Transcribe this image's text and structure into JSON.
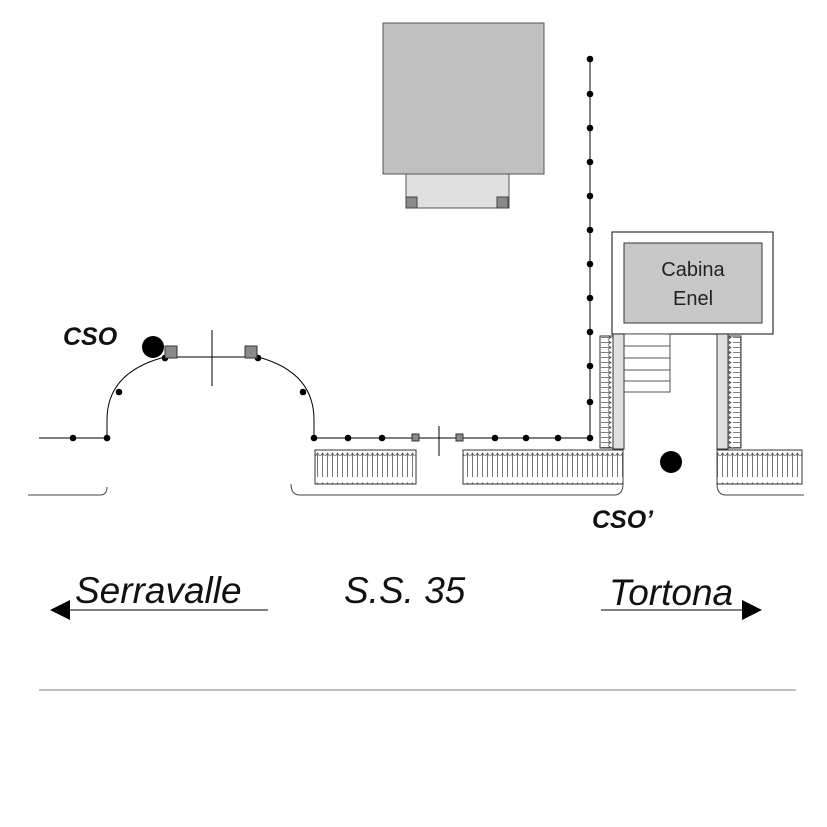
{
  "labels": {
    "cso_left": "CSO",
    "cso_right": "CSO’",
    "cabina_line1": "Cabina",
    "cabina_line2": "Enel",
    "road_name": "S.S. 35",
    "direction_left": "Serravalle",
    "direction_right": "Tortona"
  },
  "colors": {
    "building_fill": "#c0c0c0",
    "annex_fill": "#e0e0e0",
    "cabina_inner_fill": "#c8c8c8",
    "marker_fill": "#8a8a8a",
    "line_color": "#000000",
    "road_line_color": "#aaaaaa"
  }
}
